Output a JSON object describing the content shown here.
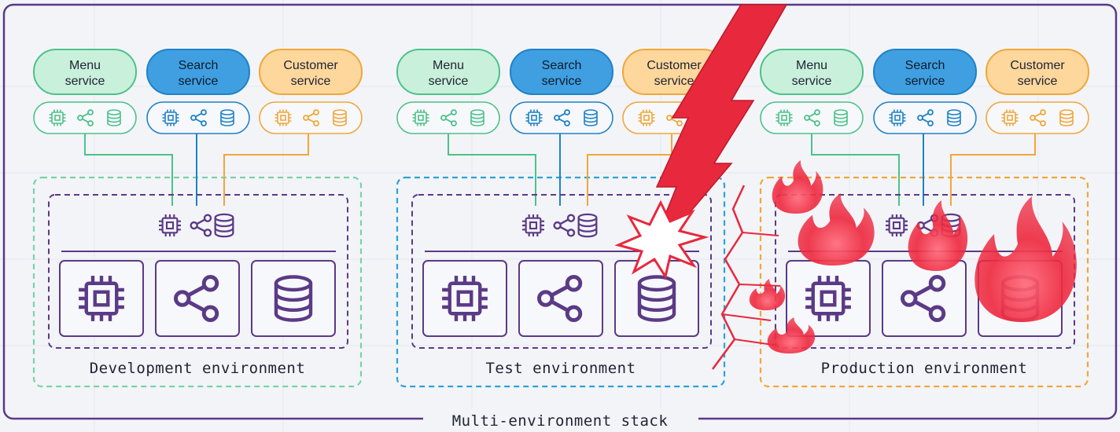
{
  "stack_label": "Multi-environment stack",
  "colors": {
    "frame": "#5b3a86",
    "menu": "#4cc28a",
    "menu_fill": "#c9f0db",
    "search": "#1e82c8",
    "search_fill": "#3f9fe0",
    "customer": "#f0a73a",
    "customer_fill": "#fdd79c",
    "purple": "#5b3a86",
    "dev_border": "#79d2a9",
    "test_border": "#2aa3d6",
    "prod_border": "#f0a73a",
    "danger": "#e8283c"
  },
  "services": [
    {
      "key": "menu",
      "line1": "Menu",
      "line2": "service"
    },
    {
      "key": "search",
      "line1": "Search",
      "line2": "service"
    },
    {
      "key": "customer",
      "line1": "Customer",
      "line2": "service"
    }
  ],
  "environments": [
    {
      "key": "dev",
      "label": "Development environment",
      "status": "ok"
    },
    {
      "key": "test",
      "label": "Test environment",
      "status": "struck"
    },
    {
      "key": "prod",
      "label": "Production environment",
      "status": "burning"
    }
  ],
  "icons": {
    "compute": "cpu-chip-icon",
    "network": "share-network-icon",
    "storage": "database-icon"
  }
}
